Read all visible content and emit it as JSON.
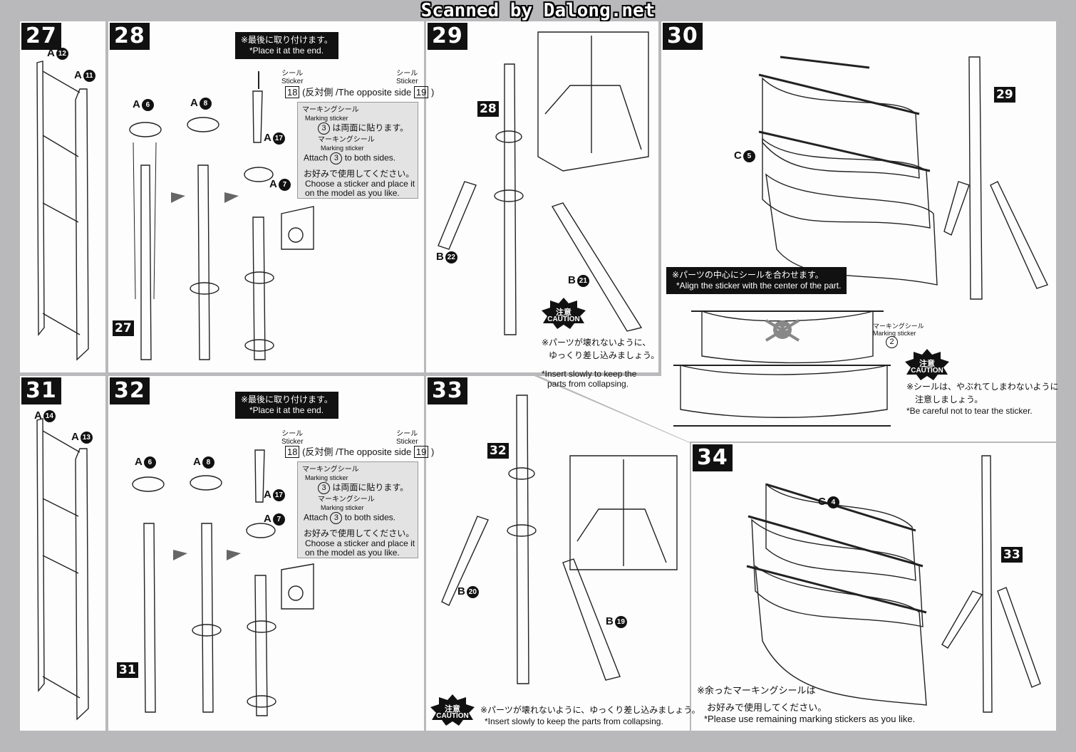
{
  "watermark": "Scanned by Dalong.net",
  "steps": {
    "s27": {
      "num": "27",
      "parts": [
        "A",
        "12",
        "A",
        "11"
      ]
    },
    "s28": {
      "num": "28",
      "ref": "27"
    },
    "s29": {
      "num": "29",
      "ref": "28"
    },
    "s30": {
      "num": "30",
      "ref": "29"
    },
    "s31": {
      "num": "31",
      "parts": [
        "A",
        "14",
        "A",
        "13"
      ]
    },
    "s32": {
      "num": "32",
      "ref": "31"
    },
    "s33": {
      "num": "33",
      "ref": "32"
    },
    "s34": {
      "num": "34",
      "ref": "33"
    }
  },
  "labels": {
    "a12": "12",
    "a11": "11",
    "a14": "14",
    "a13": "13",
    "a6": "6",
    "a8": "8",
    "a17": "17",
    "a7": "7",
    "b22": "22",
    "b21": "21",
    "b20": "20",
    "b19": "19",
    "c5": "5",
    "c4": "4",
    "letterA": "A",
    "letterB": "B",
    "letterC": "C"
  },
  "note_place_end": {
    "jp": "※最後に取り付けます。",
    "en": "*Place it at the end."
  },
  "sticker_block": {
    "seal_jp": "シール",
    "sticker": "Sticker",
    "num18": "18",
    "num19": "19",
    "opposite": "(反対側 /The opposite side",
    "close_paren": ")"
  },
  "marking_box": {
    "marking_jp": "マーキングシール",
    "marking_en": "Marking sticker",
    "num3": "3",
    "attach_jp": "は両面に貼ります。",
    "attach_en_a": "Attach",
    "attach_en_b": "to both sides.",
    "choose_jp": "お好みで使用してください。",
    "choose_en1": "Choose a sticker and place it",
    "choose_en2": "on the model as you like."
  },
  "caution": {
    "jp": "注意",
    "en": "CAUTION",
    "s29_jp1": "※パーツが壊れないように、",
    "s29_jp2": "ゆっくり差し込みましょう。",
    "s29_en1": "*Insert slowly to keep the",
    "s29_en2": "parts from collapsing.",
    "s33_jp": "※パーツが壊れないように、ゆっくり差し込みましょう。",
    "s33_en": "*Insert slowly to keep the parts from collapsing."
  },
  "s30_notes": {
    "align_jp": "※パーツの中心にシールを合わせます。",
    "align_en": "*Align the sticker with the center of the part.",
    "marking_jp": "マーキングシール",
    "marking_en": "Marking sticker",
    "num2": "2",
    "tear_jp1": "※シールは、やぶれてしまわないように",
    "tear_jp2": "注意しましょう。",
    "tear_en": "*Be careful not to tear the sticker."
  },
  "s34_notes": {
    "jp1": "※余ったマーキングシールは",
    "jp2": "お好みで使用してください。",
    "en": "*Please use remaining marking stickers as you like."
  }
}
